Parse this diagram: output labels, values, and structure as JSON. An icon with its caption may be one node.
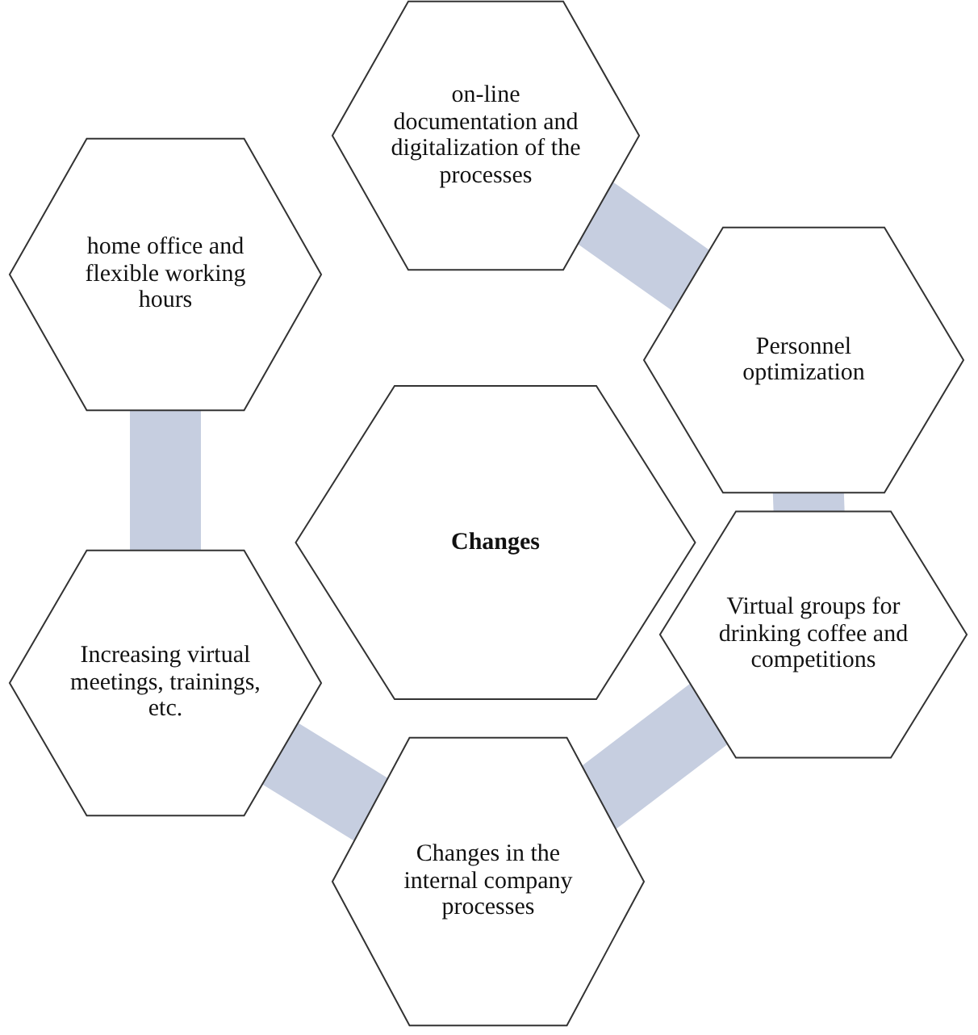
{
  "diagram": {
    "nodes": [
      {
        "text": [
          "on-line documentation and digitalization of the processes"
        ]
      },
      {
        "text": [
          "home office and flexible working hours"
        ]
      },
      {
        "text": [
          "Personnel optimization"
        ]
      },
      {
        "text": [
          "Changes"
        ]
      },
      {
        "text": [
          "Increasing virtual meetings, trainings, etc."
        ]
      },
      {
        "text": [
          "Virtual groups for drinking coffee and competitions"
        ]
      },
      {
        "text": [
          "Changes in the internal company processes"
        ]
      }
    ],
    "edges": [
      {
        "from": 0,
        "to": 2,
        "arrow": "none"
      },
      {
        "from": 2,
        "to": 5,
        "arrow": "none"
      },
      {
        "from": 5,
        "to": 6,
        "arrow": "none"
      },
      {
        "from": 6,
        "to": 4,
        "arrow": "none"
      },
      {
        "from": 4,
        "to": 1,
        "arrow": "none"
      }
    ]
  }
}
